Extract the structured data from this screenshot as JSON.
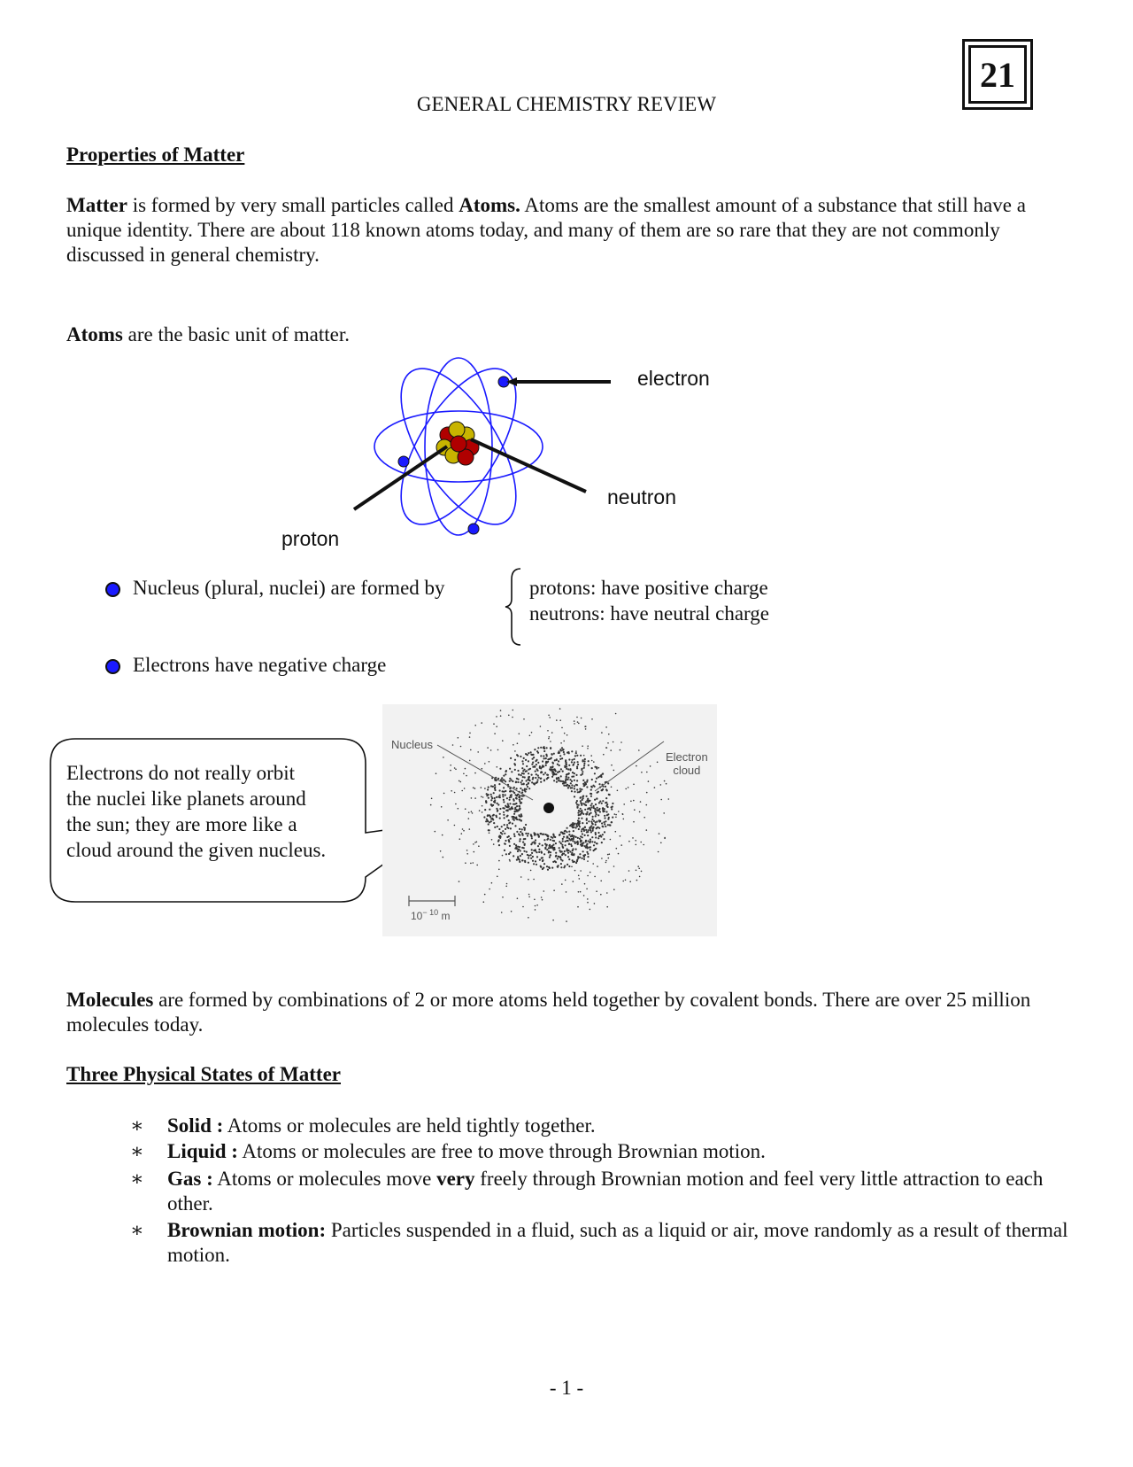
{
  "page_badge": "21",
  "title": "GENERAL CHEMISTRY REVIEW",
  "sections": {
    "properties": {
      "heading": "Properties of Matter",
      "intro": {
        "b1": "Matter",
        "t1": " is formed by very small particles called ",
        "b2": "Atoms.",
        "t2": "  Atoms are the smallest amount of a substance that still have a unique identity.  There are about 118 known atoms today, and many of them are so rare that they are not commonly discussed in general chemistry."
      },
      "atoms": {
        "b": "Atoms",
        "t": " are the basic unit of matter."
      }
    },
    "states": {
      "heading": "Three Physical States of Matter"
    }
  },
  "atom_diagram": {
    "labels": {
      "electron": "electron",
      "neutron": "neutron",
      "proton": "proton"
    }
  },
  "bullets": {
    "nucleus": "Nucleus (plural, nuclei) are formed by",
    "protons": "protons:  have positive charge",
    "neutrons": "neutrons: have neutral charge",
    "electrons": "Electrons have negative charge"
  },
  "callout": {
    "lines": [
      "Electrons do not really orbit",
      "the nuclei like planets around",
      "the sun; they are more like a",
      "cloud around the given nucleus."
    ]
  },
  "cloud_figure": {
    "nucleus_label": "Nucleus",
    "cloud_label_1": "Electron",
    "cloud_label_2": "cloud",
    "scale_base": "10",
    "scale_exp": "− 10",
    "scale_unit": "m"
  },
  "molecules": {
    "b": "Molecules",
    "t": " are formed by combinations of 2 or more atoms held together by covalent bonds.  There are over 25 million molecules today."
  },
  "states": [
    {
      "star": "∗",
      "term": "Solid :",
      "text": " Atoms or molecules are held tightly together."
    },
    {
      "star": "∗",
      "term": "Liquid :",
      "text": " Atoms or molecules are free to move through Brownian motion."
    },
    {
      "star": "∗",
      "term": "Gas :",
      "text_a": "  Atoms or molecules move ",
      "emph": "very",
      "text_b": " freely through Brownian motion and feel very little attraction to each other."
    },
    {
      "star": "∗",
      "term": "Brownian motion:",
      "text": "  Particles suspended in a fluid, such as a liquid or air, move randomly as a result of thermal motion."
    }
  ],
  "footer": "- 1 -",
  "colors": {
    "orbit": "#1a1aff",
    "electron": "#1a1aff",
    "proton": "#c8b400",
    "neutron": "#b00000"
  }
}
